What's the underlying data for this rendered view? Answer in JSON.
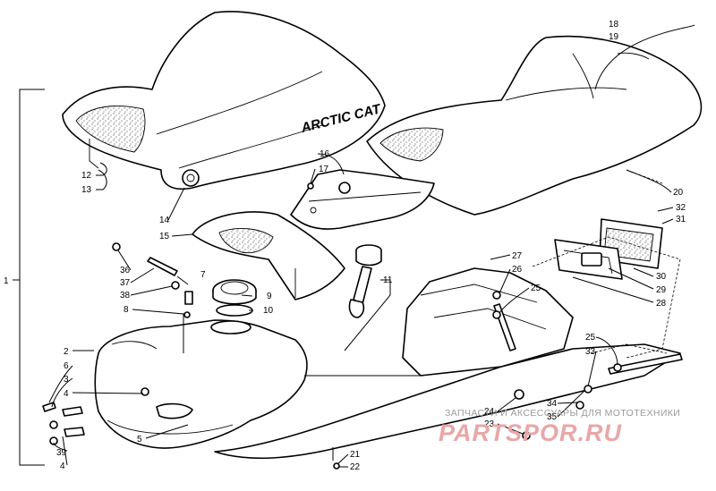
{
  "diagram": {
    "brand_label": "ARCTIC CAT",
    "callouts": {
      "c1": "1",
      "c2": "2",
      "c3": "3",
      "c4a": "4",
      "c4b": "4",
      "c5": "5",
      "c6": "6",
      "c7": "7",
      "c8": "8",
      "c9": "9",
      "c10": "10",
      "c11": "11",
      "c12": "12",
      "c13": "13",
      "c14": "14",
      "c15": "15",
      "c16": "16",
      "c17": "17",
      "c18": "18",
      "c19": "19",
      "c20": "20",
      "c21": "21",
      "c22": "22",
      "c23": "23",
      "c24": "24",
      "c25a": "25",
      "c25b": "25",
      "c26": "26",
      "c27": "27",
      "c28": "28",
      "c29": "29",
      "c30": "30",
      "c31": "31",
      "c32": "32",
      "c33": "33",
      "c34": "34",
      "c35": "35",
      "c36": "36",
      "c37": "37",
      "c38": "38",
      "c39": "39"
    }
  },
  "watermark": {
    "subtitle": "ЗАПЧАСТИ И АКСЕССУАРЫ ДЛЯ МОТОТЕХНИКИ",
    "title": "PARTSPOR.RU"
  }
}
